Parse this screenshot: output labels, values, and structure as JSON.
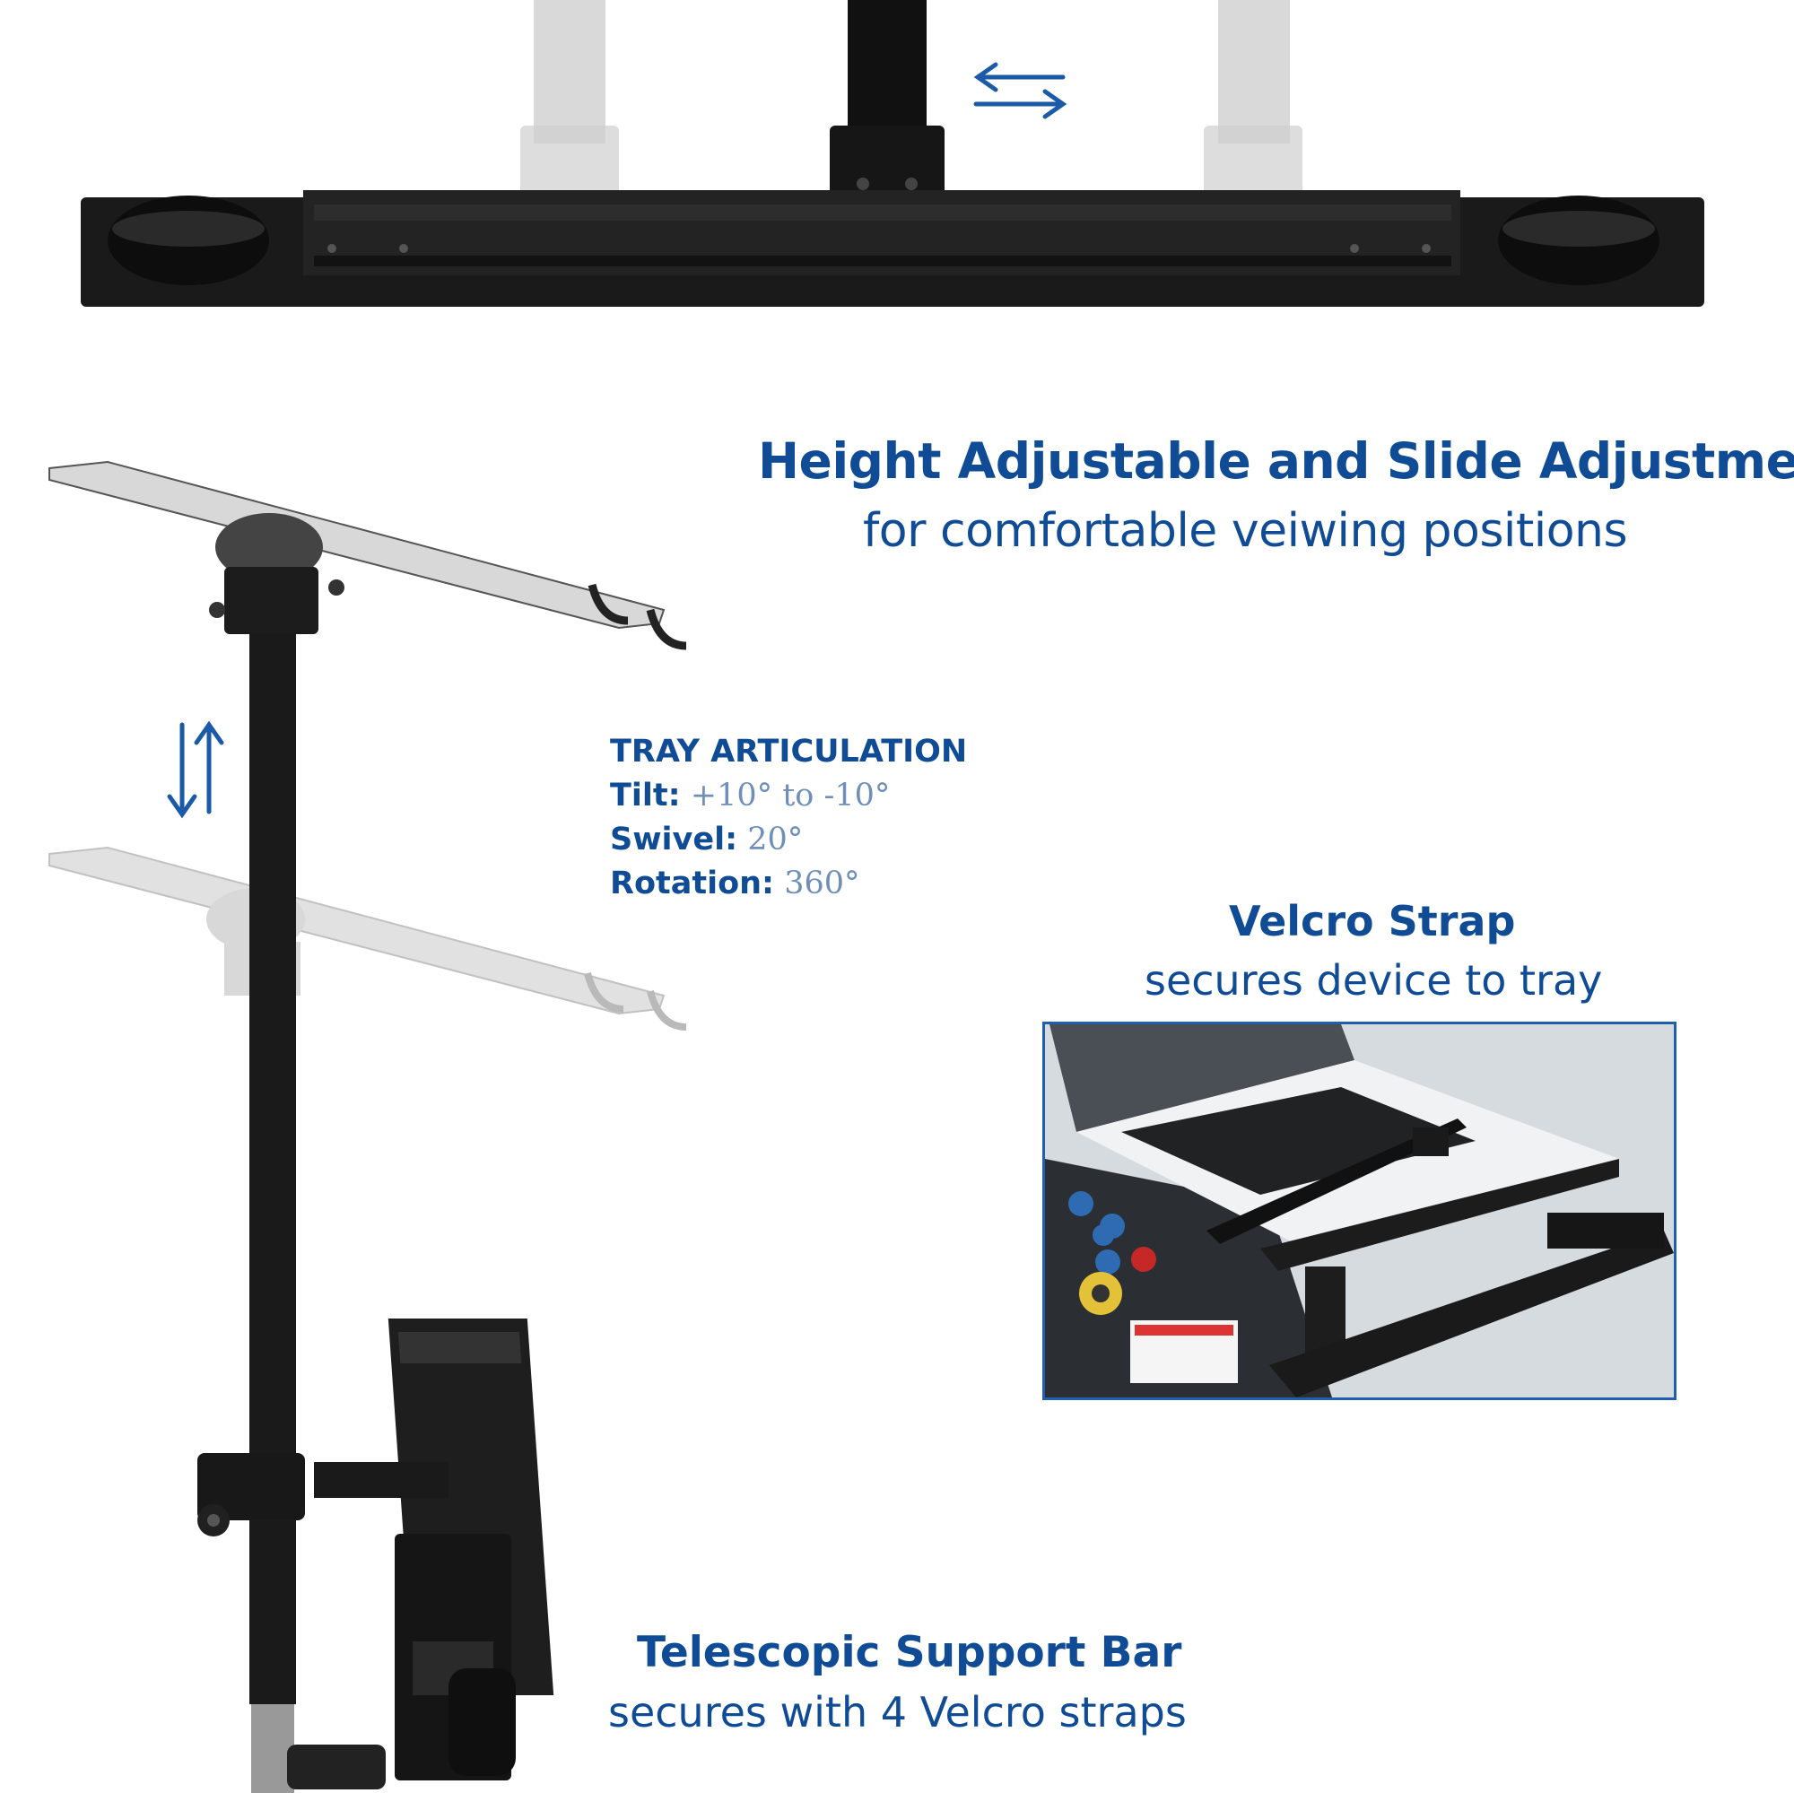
{
  "headline_adjust": {
    "title": "Height Adjustable and Slide Adjustment",
    "subtitle": "for comfortable veiwing positions"
  },
  "tray_articulation": {
    "heading": "TRAY ARTICULATION",
    "tilt_label": "Tilt:",
    "tilt_value": "+10° to -10°",
    "swivel_label": "Swivel:",
    "swivel_value": "20°",
    "rotation_label": "Rotation:",
    "rotation_value": "360°"
  },
  "velcro": {
    "title": "Velcro Strap",
    "subtitle": "secures device to tray"
  },
  "telescopic": {
    "title": "Telescopic Support Bar",
    "subtitle": "secures with 4 Velcro straps"
  },
  "colors": {
    "brand_blue": "#0f4c95",
    "light_blue": "#6f8fb9",
    "inset_border": "#1f5fae"
  },
  "icons": [
    "slide-arrows-icon",
    "height-arrows-icon"
  ]
}
